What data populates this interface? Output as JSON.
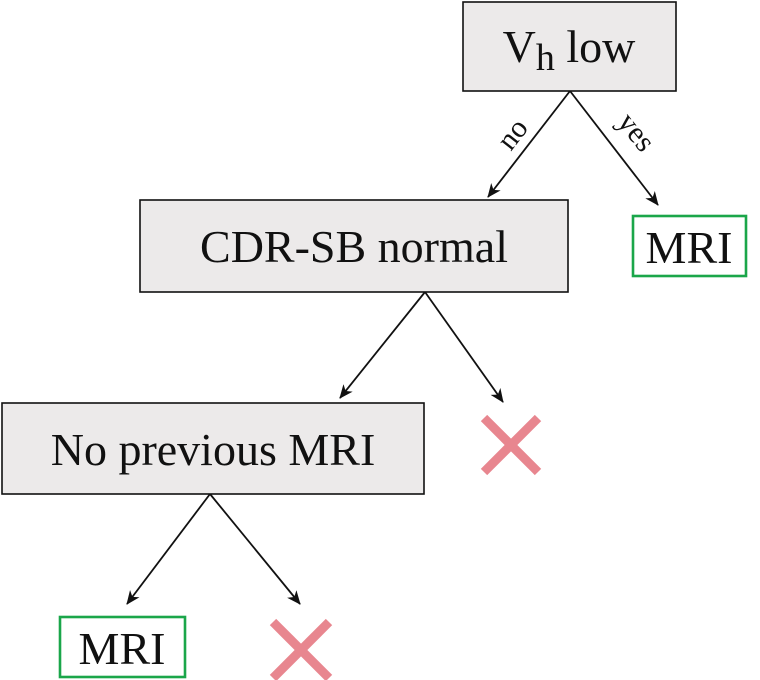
{
  "colors": {
    "decision_fill": "#eceaea",
    "border": "#111111",
    "accept": "#1aa64a",
    "reject": "#e8868f"
  },
  "nodes": {
    "root": {
      "label_main": "V",
      "label_sub": "h",
      "label_rest": " low"
    },
    "cdr": {
      "label": "CDR-SB normal"
    },
    "prev_mri": {
      "label": "No previous MRI"
    }
  },
  "leaves": {
    "mri_right": {
      "label": "MRI"
    },
    "mri_bottom": {
      "label": "MRI"
    }
  },
  "edges": {
    "root_no": {
      "label": "no"
    },
    "root_yes": {
      "label": "yes"
    }
  },
  "icons": {
    "reject": "cross-icon"
  }
}
